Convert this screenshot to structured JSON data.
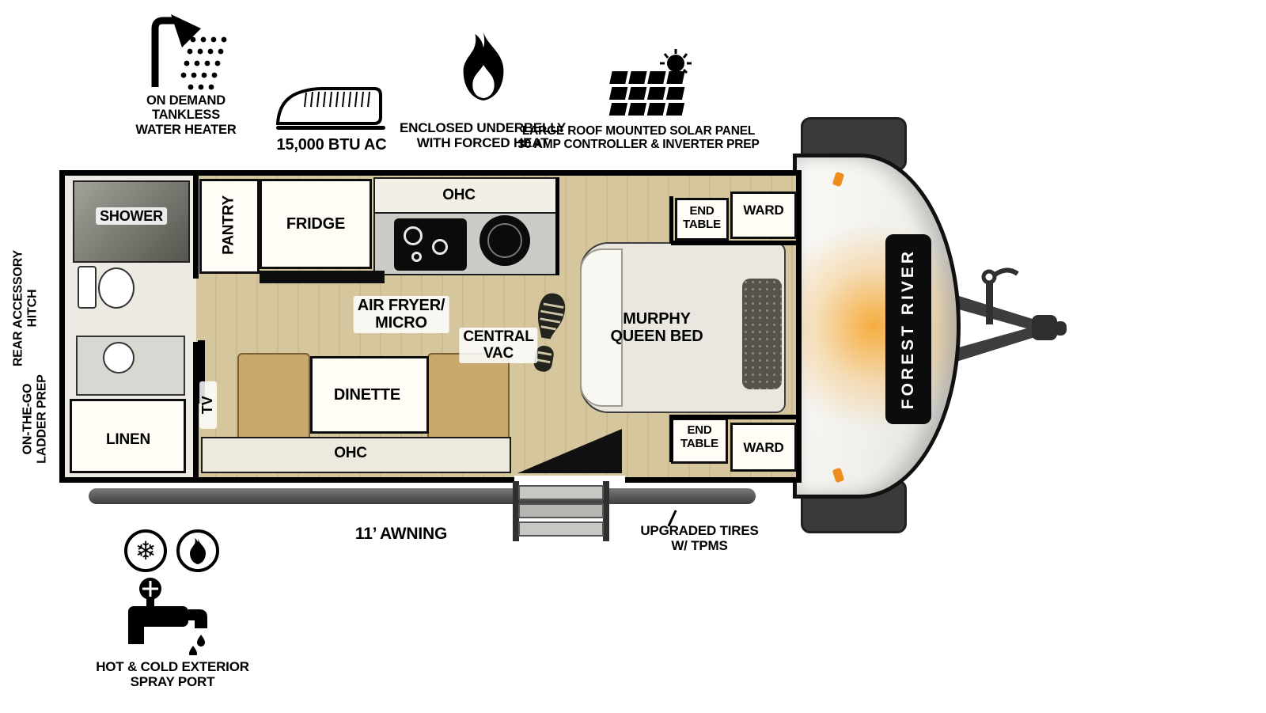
{
  "features": {
    "water_heater": "ON DEMAND\nTANKLESS\nWATER HEATER",
    "ac": "15,000 BTU AC",
    "underbelly": "ENCLOSED UNDERBELLY\nWITH FORCED HEAT",
    "solar": "LARGE ROOF MOUNTED SOLAR PANEL\n30 AMP CONTROLLER & INVERTER PREP",
    "spray_port": "HOT & COLD EXTERIOR\nSPRAY PORT"
  },
  "exterior": {
    "rear_hitch": "REAR ACCESSORY\nHITCH",
    "ladder_prep": "ON-THE-GO\nLADDER PREP",
    "awning": "11’ AWNING",
    "tires": "UPGRADED TIRES\nW/ TPMS"
  },
  "rooms": {
    "shower": "SHOWER",
    "linen": "LINEN",
    "pantry": "PANTRY",
    "fridge": "FRIDGE",
    "ohc_top": "OHC",
    "air_fryer_micro": "AIR FRYER/\nMICRO",
    "central_vac": "CENTRAL\nVAC",
    "dinette": "DINETTE",
    "tv": "TV",
    "ohc_bottom": "OHC",
    "end_table_top": "END\nTABLE",
    "ward_top": "WARD",
    "murphy_bed": "MURPHY\nQUEEN BED",
    "end_table_bottom": "END\nTABLE",
    "ward_bottom": "WARD"
  },
  "brand": "FOREST RIVER",
  "colors": {
    "accent_orange": "#f59b23",
    "dark_gray": "#3a3a3a",
    "floor_tan": "#cfbf9a"
  }
}
